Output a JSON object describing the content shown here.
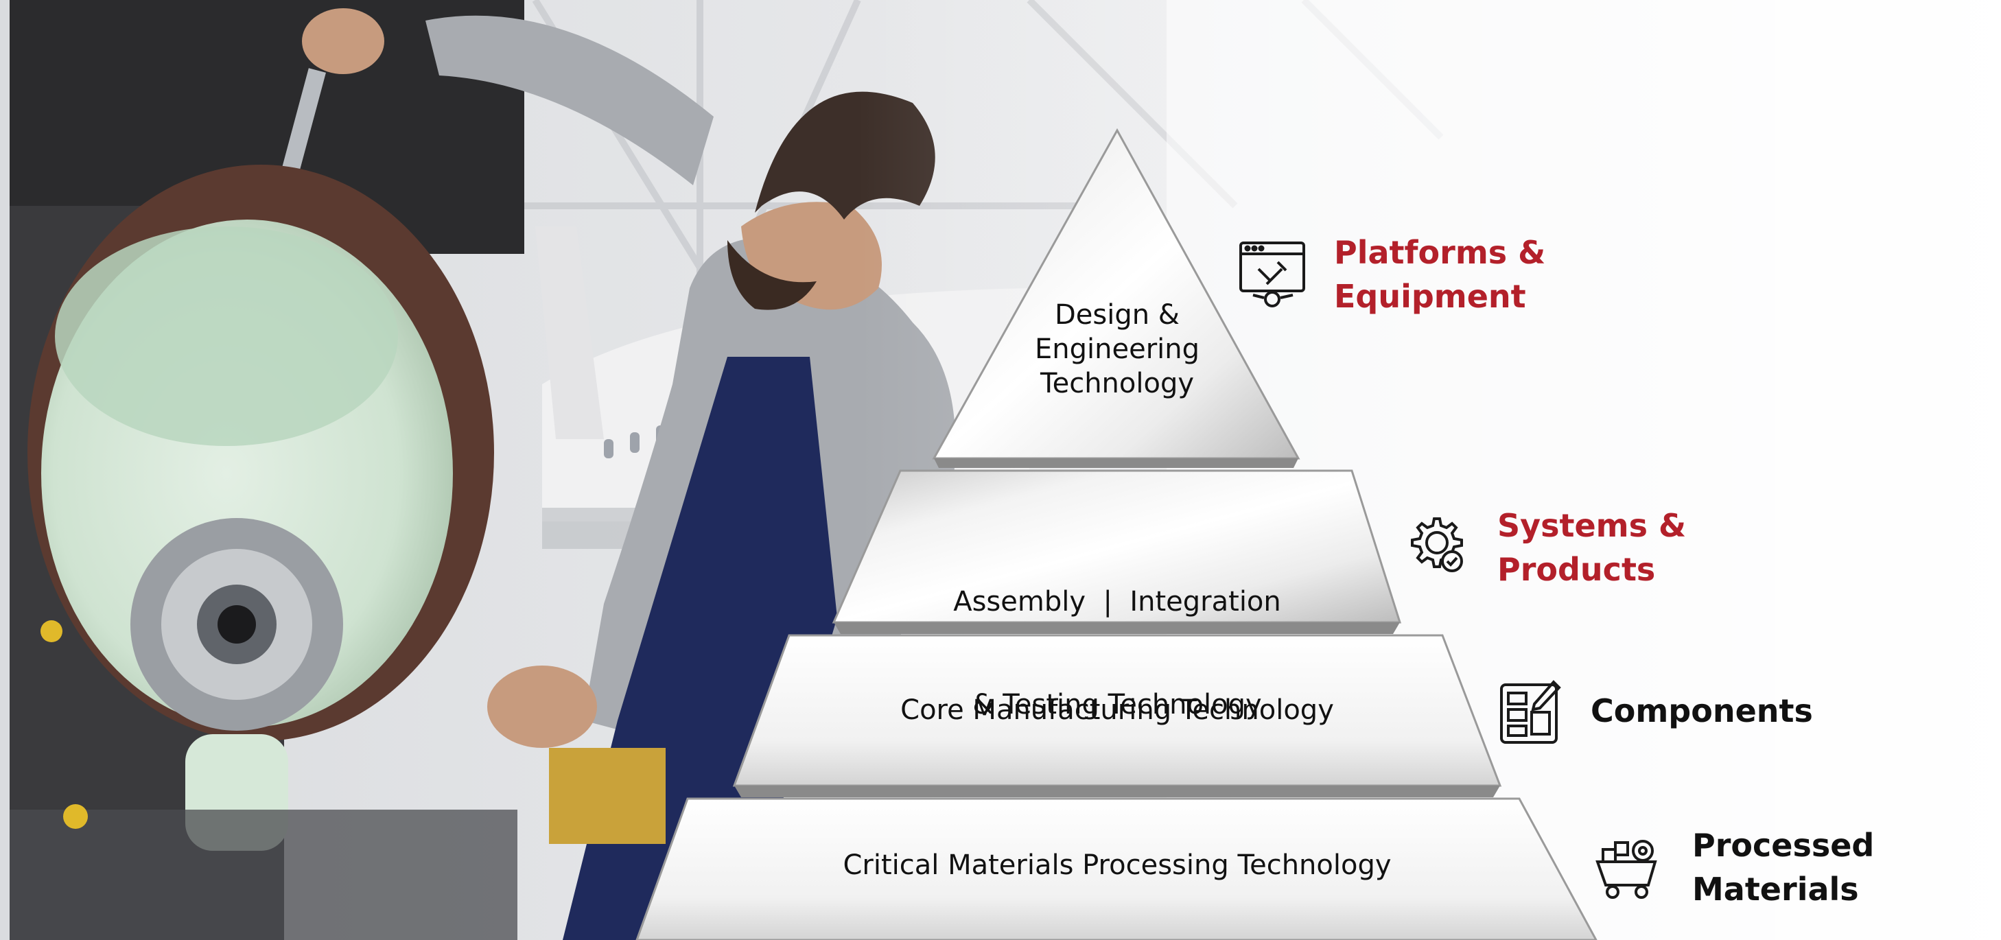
{
  "pyramid": {
    "tiers": [
      {
        "label_lines": [
          "Design &",
          "Engineering",
          "Technology"
        ]
      },
      {
        "label_lines": [
          "Assembly  |  Integration",
          "& Testing Technology"
        ]
      },
      {
        "label_lines": [
          "Core Manufacturing Technology"
        ]
      },
      {
        "label_lines": [
          "Critical Materials Processing Technology"
        ]
      }
    ]
  },
  "outputs": [
    {
      "icon": "platform-tools-icon",
      "label_lines": [
        "Platforms &",
        "Equipment"
      ],
      "color": "#b3202a"
    },
    {
      "icon": "gear-check-icon",
      "label_lines": [
        "Systems &",
        "Products"
      ],
      "color": "#b3202a"
    },
    {
      "icon": "circuit-board-icon",
      "label_lines": [
        "Components"
      ],
      "color": "#111111"
    },
    {
      "icon": "ore-cart-icon",
      "label_lines": [
        "Processed",
        "Materials"
      ],
      "color": "#111111"
    }
  ]
}
